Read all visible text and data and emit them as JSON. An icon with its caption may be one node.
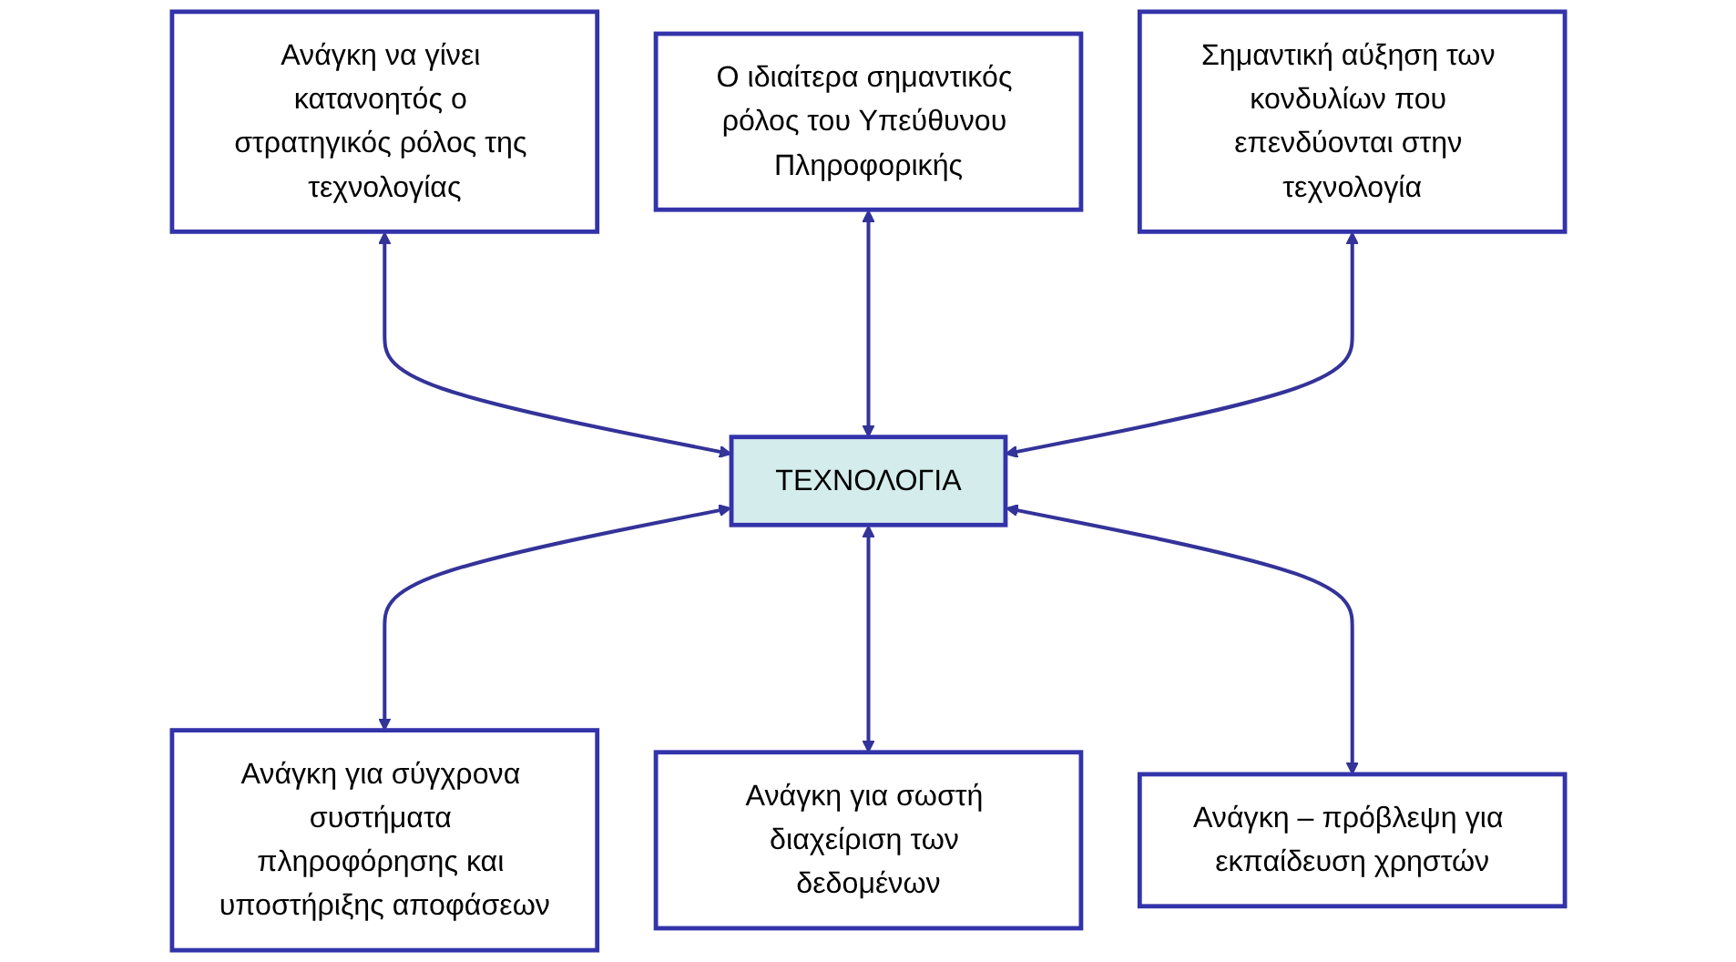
{
  "diagram": {
    "nodes": [
      {
        "text": [
          "Ανάγκη να γίνει κατανοητός ο στρατηγικός ρόλος της τεχνολογίας"
        ]
      },
      {
        "text": [
          "Ο ιδιαίτερα σημαντικός ρόλος του Υπεύθυνου Πληροφορικής"
        ]
      },
      {
        "text": [
          "Σημαντική αύξηση των κονδυλίων που επενδύονται στην τεχνολογία"
        ]
      },
      {
        "text": [
          "ΤΕΧΝΟΛΟΓΙΑ"
        ]
      },
      {
        "text": [
          "Ανάγκη για σύγχρονα συστήματα πληροφόρησης και υποστήριξης αποφάσεων"
        ]
      },
      {
        "text": [
          "Ανάγκη για σωστή διαχείριση των δεδομένων"
        ]
      },
      {
        "text": [
          "Ανάγκη – πρόβλεψη για εκπαίδευση χρηστών"
        ]
      }
    ],
    "edges": [
      {
        "from": 0,
        "to": 3,
        "arrow": "both"
      },
      {
        "from": 1,
        "to": 3,
        "arrow": "both"
      },
      {
        "from": 2,
        "to": 3,
        "arrow": "both"
      },
      {
        "from": 3,
        "to": 4,
        "arrow": "both"
      },
      {
        "from": 3,
        "to": 5,
        "arrow": "both"
      },
      {
        "from": 3,
        "to": 6,
        "arrow": "both"
      }
    ]
  }
}
